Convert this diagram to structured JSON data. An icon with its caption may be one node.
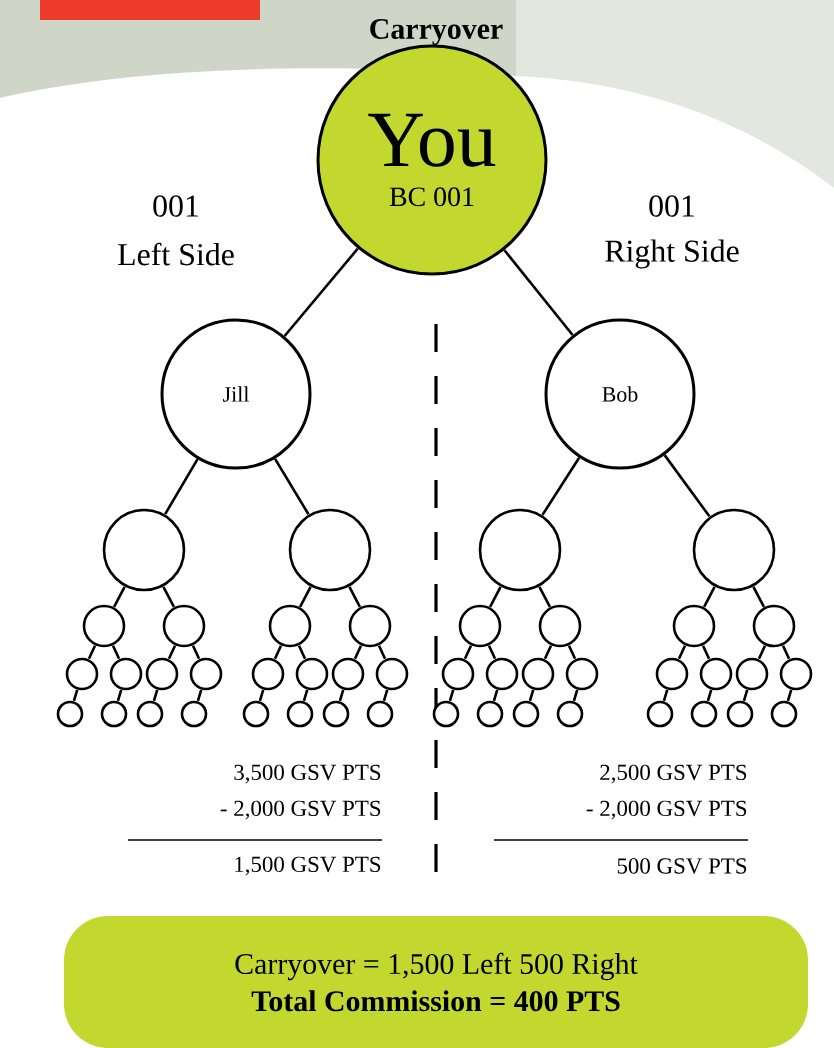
{
  "diagram": {
    "title": "Carryover",
    "nodes": [
      {
        "text": [
          "You",
          "BC 001"
        ]
      },
      {
        "text": [
          "Jill"
        ]
      },
      {
        "text": [
          "Bob"
        ]
      },
      {
        "text": [],
        "shape": "circle"
      },
      {
        "text": [],
        "shape": "circle"
      },
      {
        "text": [],
        "shape": "circle"
      },
      {
        "text": [],
        "shape": "circle"
      },
      {
        "text": [],
        "shape": "circle"
      },
      {
        "text": [],
        "shape": "circle"
      },
      {
        "text": [],
        "shape": "circle"
      },
      {
        "text": [],
        "shape": "circle"
      },
      {
        "text": [],
        "shape": "circle"
      },
      {
        "text": [],
        "shape": "circle"
      },
      {
        "text": [],
        "shape": "circle"
      },
      {
        "text": [],
        "shape": "circle"
      },
      {
        "text": [],
        "shape": "circle"
      },
      {
        "text": [],
        "shape": "circle"
      },
      {
        "text": [],
        "shape": "circle"
      },
      {
        "text": [],
        "shape": "circle"
      },
      {
        "text": [],
        "shape": "circle"
      },
      {
        "text": [],
        "shape": "circle"
      },
      {
        "text": [],
        "shape": "circle"
      },
      {
        "text": [],
        "shape": "circle"
      },
      {
        "text": [],
        "shape": "circle"
      },
      {
        "text": [],
        "shape": "circle"
      },
      {
        "text": [],
        "shape": "circle"
      },
      {
        "text": [],
        "shape": "circle"
      },
      {
        "text": [],
        "shape": "circle"
      },
      {
        "text": [],
        "shape": "circle"
      },
      {
        "text": [],
        "shape": "circle"
      },
      {
        "text": [],
        "shape": "circle"
      },
      {
        "text": [],
        "shape": "circle"
      },
      {
        "text": [],
        "shape": "circle"
      },
      {
        "text": [],
        "shape": "circle"
      },
      {
        "text": [],
        "shape": "circle"
      },
      {
        "text": [],
        "shape": "circle"
      },
      {
        "text": [],
        "shape": "circle"
      },
      {
        "text": [],
        "shape": "circle"
      },
      {
        "text": [],
        "shape": "circle"
      },
      {
        "text": [],
        "shape": "circle"
      },
      {
        "text": [],
        "shape": "circle"
      },
      {
        "text": [],
        "shape": "circle"
      },
      {
        "text": [],
        "shape": "circle"
      },
      {
        "text": [],
        "shape": "circle"
      },
      {
        "text": [],
        "shape": "circle"
      },
      {
        "text": [],
        "shape": "circle"
      },
      {
        "text": [],
        "shape": "circle"
      },
      {
        "text": [
          "Carryover = 1,500 Left 500 Right",
          "Total Commission = 400 PTS"
        ]
      }
    ],
    "edges": [
      {
        "from": 0,
        "to": 1,
        "arrow": "none"
      },
      {
        "from": 0,
        "to": 2,
        "arrow": "none"
      },
      {
        "from": 1,
        "to": 3,
        "arrow": "none"
      },
      {
        "from": 1,
        "to": 4,
        "arrow": "none"
      },
      {
        "from": 2,
        "to": 5,
        "arrow": "none"
      },
      {
        "from": 2,
        "to": 6,
        "arrow": "none"
      },
      {
        "from": 3,
        "to": 7,
        "arrow": "none"
      },
      {
        "from": 3,
        "to": 8,
        "arrow": "none"
      },
      {
        "from": 4,
        "to": 9,
        "arrow": "none"
      },
      {
        "from": 4,
        "to": 10,
        "arrow": "none"
      },
      {
        "from": 5,
        "to": 11,
        "arrow": "none"
      },
      {
        "from": 5,
        "to": 12,
        "arrow": "none"
      },
      {
        "from": 6,
        "to": 13,
        "arrow": "none"
      },
      {
        "from": 6,
        "to": 14,
        "arrow": "none"
      },
      {
        "from": 7,
        "to": 15,
        "arrow": "none"
      },
      {
        "from": 7,
        "to": 16,
        "arrow": "none"
      },
      {
        "from": 8,
        "to": 17,
        "arrow": "none"
      },
      {
        "from": 8,
        "to": 18,
        "arrow": "none"
      },
      {
        "from": 9,
        "to": 19,
        "arrow": "none"
      },
      {
        "from": 9,
        "to": 20,
        "arrow": "none"
      },
      {
        "from": 10,
        "to": 21,
        "arrow": "none"
      },
      {
        "from": 10,
        "to": 22,
        "arrow": "none"
      },
      {
        "from": 11,
        "to": 23,
        "arrow": "none"
      },
      {
        "from": 11,
        "to": 24,
        "arrow": "none"
      },
      {
        "from": 12,
        "to": 25,
        "arrow": "none"
      },
      {
        "from": 12,
        "to": 26,
        "arrow": "none"
      },
      {
        "from": 13,
        "to": 27,
        "arrow": "none"
      },
      {
        "from": 13,
        "to": 28,
        "arrow": "none"
      },
      {
        "from": 14,
        "to": 29,
        "arrow": "none"
      },
      {
        "from": 14,
        "to": 30,
        "arrow": "none"
      },
      {
        "from": 15,
        "to": 31,
        "arrow": "none"
      },
      {
        "from": 16,
        "to": 32,
        "arrow": "none"
      },
      {
        "from": 17,
        "to": 33,
        "arrow": "none"
      },
      {
        "from": 18,
        "to": 34,
        "arrow": "none"
      },
      {
        "from": 19,
        "to": 35,
        "arrow": "none"
      },
      {
        "from": 20,
        "to": 36,
        "arrow": "none"
      },
      {
        "from": 21,
        "to": 37,
        "arrow": "none"
      },
      {
        "from": 22,
        "to": 38,
        "arrow": "none"
      },
      {
        "from": 23,
        "to": 39,
        "arrow": "none"
      },
      {
        "from": 24,
        "to": 40,
        "arrow": "none"
      },
      {
        "from": 25,
        "to": 41,
        "arrow": "none"
      },
      {
        "from": 26,
        "to": 42,
        "arrow": "none"
      },
      {
        "from": 27,
        "to": 43,
        "arrow": "none"
      },
      {
        "from": 28,
        "to": 44,
        "arrow": "none"
      },
      {
        "from": 29,
        "to": 45,
        "arrow": "none"
      },
      {
        "from": 30,
        "to": 46,
        "arrow": "none"
      }
    ],
    "labels": [
      "001",
      "Left Side",
      "001",
      "Right Side",
      "3,500 GSV PTS",
      "- 2,000 GSV PTS",
      "1,500 GSV PTS",
      "2,500 GSV PTS",
      "- 2,000 GSV PTS",
      "500 GSV PTS"
    ]
  }
}
